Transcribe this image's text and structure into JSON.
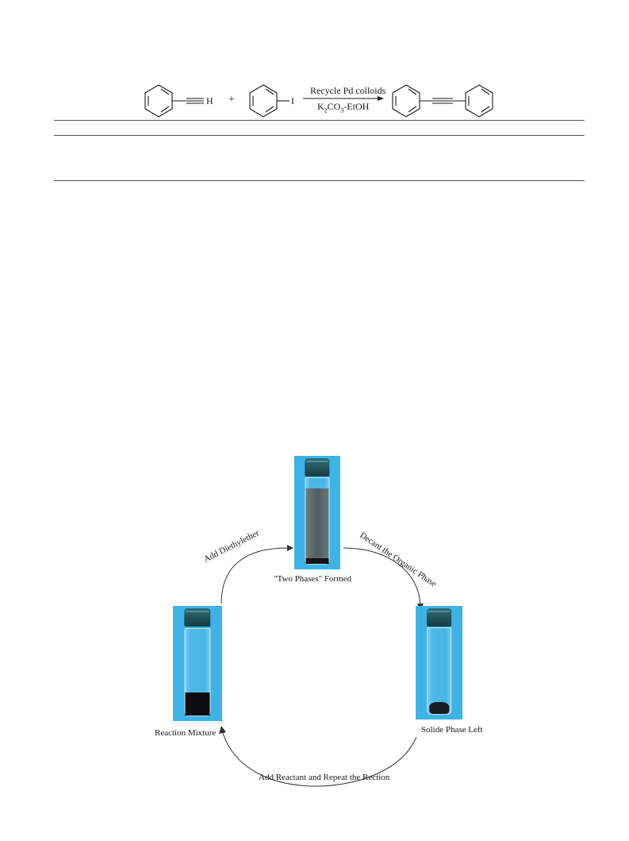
{
  "reaction": {
    "reagent_hydrogen": "H",
    "reagent_iodine": "I",
    "plus": "+",
    "arrow_top": "Recycle Pd colloids",
    "arrow_bottom_k": "K",
    "arrow_bottom_sub2": "2",
    "arrow_bottom_co": "CO",
    "arrow_bottom_sub3": "3",
    "arrow_bottom_rest": "-EtOH"
  },
  "cycle": {
    "labels": {
      "add_diethylether": "Add Diethylether",
      "two_phases": "\"Two Phases\" Formed",
      "decant": "Decant the Organic Phase",
      "reaction_mixture": "Reaction Mixture",
      "solid_phase": "Solide Phase Left",
      "add_reactant": "Add Reactant and Repeat the Rection"
    }
  },
  "colors": {
    "vial_background": "#3eb3e6",
    "cap": "#1f4f57",
    "dark_phase": "#0e0e10",
    "grey_phase": "#5f6b6e"
  }
}
